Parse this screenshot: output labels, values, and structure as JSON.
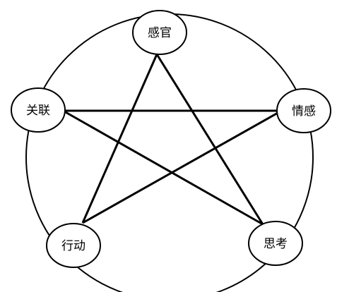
{
  "diagram": {
    "nodes": [
      {
        "id": "sensory",
        "label": "感官"
      },
      {
        "id": "emotion",
        "label": "情感"
      },
      {
        "id": "thinking",
        "label": "思考"
      },
      {
        "id": "action",
        "label": "行动"
      },
      {
        "id": "relation",
        "label": "关联"
      }
    ],
    "edges": [
      {
        "from": "sensory",
        "to": "thinking"
      },
      {
        "from": "sensory",
        "to": "action"
      },
      {
        "from": "relation",
        "to": "emotion"
      },
      {
        "from": "relation",
        "to": "thinking"
      },
      {
        "from": "emotion",
        "to": "action"
      }
    ],
    "colors": {
      "stroke": "#000000",
      "node_fill": "#ffffff",
      "background": "#ffffff"
    }
  }
}
